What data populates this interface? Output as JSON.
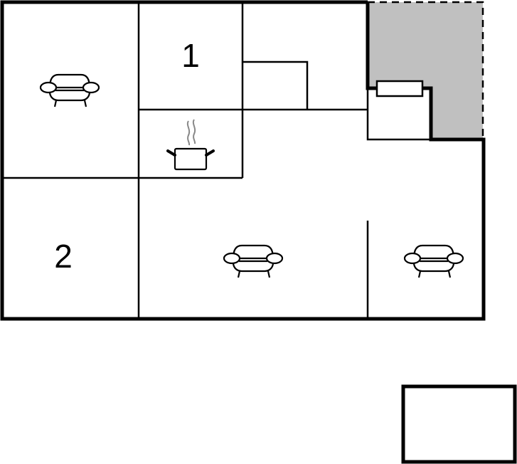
{
  "floorplan": {
    "colors": {
      "wall": "#000000",
      "shaded_area": "#c0c0c0",
      "background": "#ffffff",
      "steam": "#888888"
    },
    "room_labels": [
      {
        "id": "bedroom-1",
        "label": "1"
      },
      {
        "id": "bedroom-2",
        "label": "2"
      }
    ],
    "icons": [
      {
        "name": "sofa-icon",
        "room": "living-room-top-left"
      },
      {
        "name": "cooking-pot-icon",
        "room": "kitchen"
      },
      {
        "name": "sofa-icon",
        "room": "living-room-center"
      },
      {
        "name": "sofa-icon",
        "room": "living-room-right"
      }
    ],
    "areas": [
      {
        "name": "terrace-shaded-area",
        "style": "gray, dashed border"
      },
      {
        "name": "detached-outbuilding",
        "style": "outline rectangle"
      }
    ]
  }
}
